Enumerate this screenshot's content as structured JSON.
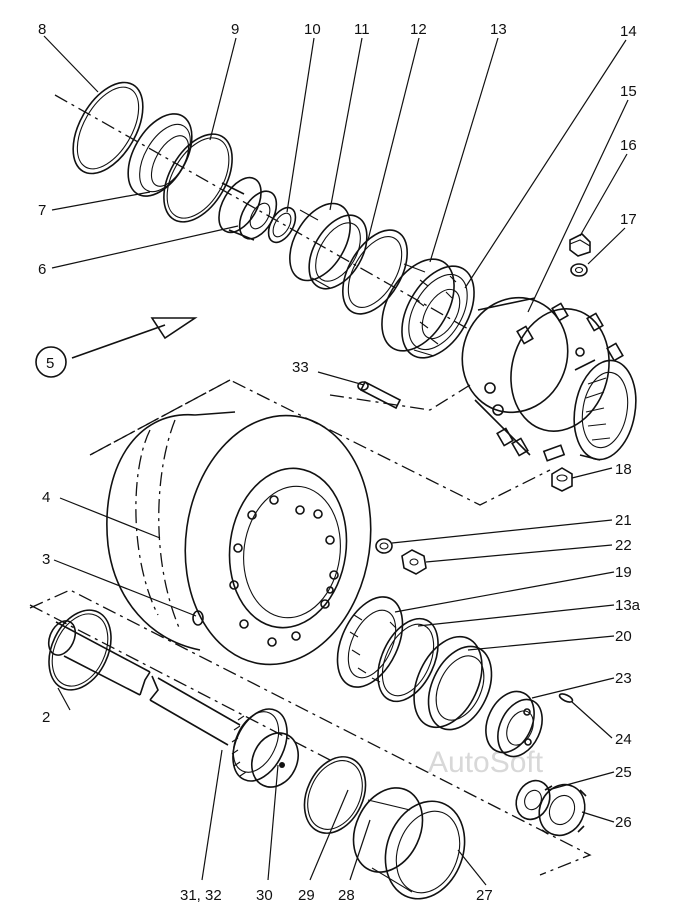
{
  "diagram": {
    "labels": {
      "l2": "2",
      "l3": "3",
      "l4": "4",
      "l5": "5",
      "l6": "6",
      "l7": "7",
      "l8": "8",
      "l9": "9",
      "l10": "10",
      "l11": "11",
      "l12": "12",
      "l13": "13",
      "l13a": "13a",
      "l14": "14",
      "l15": "15",
      "l16": "16",
      "l17": "17",
      "l18": "18",
      "l19": "19",
      "l20": "20",
      "l21": "21",
      "l22": "22",
      "l23": "23",
      "l24": "24",
      "l25": "25",
      "l26": "26",
      "l27": "27",
      "l28": "28",
      "l29": "29",
      "l30": "30",
      "l31_32": "31, 32",
      "l33": "33"
    },
    "watermark": "AutoSoft"
  }
}
